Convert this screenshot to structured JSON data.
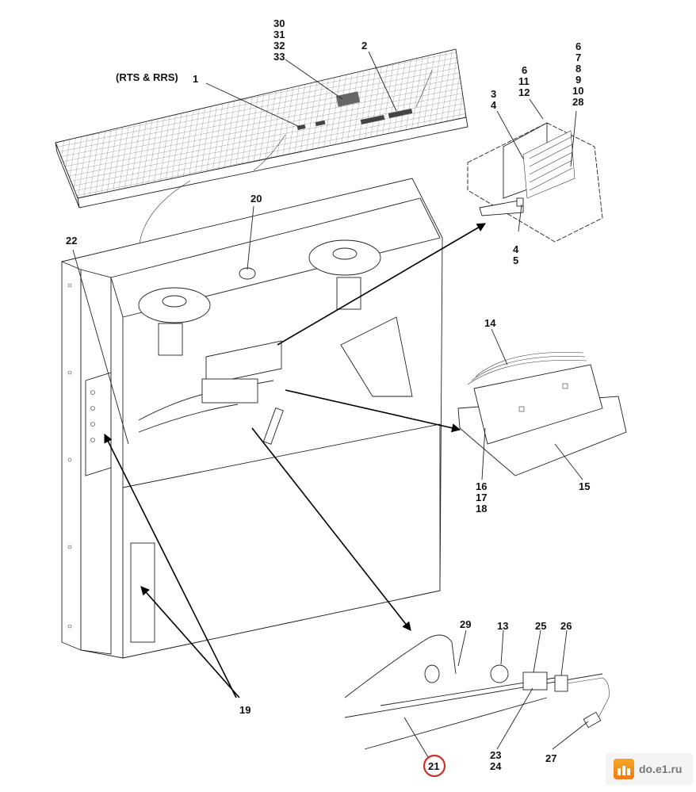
{
  "diagram": {
    "title": "Exploded parts view — air conditioner unit assembly",
    "callouts": {
      "top_stack": [
        "30",
        "31",
        "32",
        "33"
      ],
      "rts_rrs_note": "(RTS & RRS)",
      "c1": "1",
      "c2": "2",
      "c20": "20",
      "c22": "22",
      "c19": "19",
      "detail_a_left": [
        "3",
        "4"
      ],
      "detail_a_mid": [
        "6",
        "11",
        "12"
      ],
      "detail_a_right": [
        "6",
        "7",
        "8",
        "9",
        "10",
        "28"
      ],
      "detail_a_bottom": [
        "4",
        "5"
      ],
      "detail_b_top": "14",
      "detail_b_right": "15",
      "detail_b_left": [
        "16",
        "17",
        "18"
      ],
      "detail_c_29": "29",
      "detail_c_13": "13",
      "detail_c_25": "25",
      "detail_c_26": "26",
      "detail_c_23_24": [
        "23",
        "24"
      ],
      "detail_c_27": "27",
      "detail_c_21_circled": "21"
    },
    "highlight_color": "#d0302a"
  },
  "watermark": {
    "text": "do.e1.ru",
    "logo_gradient": [
      "#f5a623",
      "#f07a1a"
    ]
  }
}
